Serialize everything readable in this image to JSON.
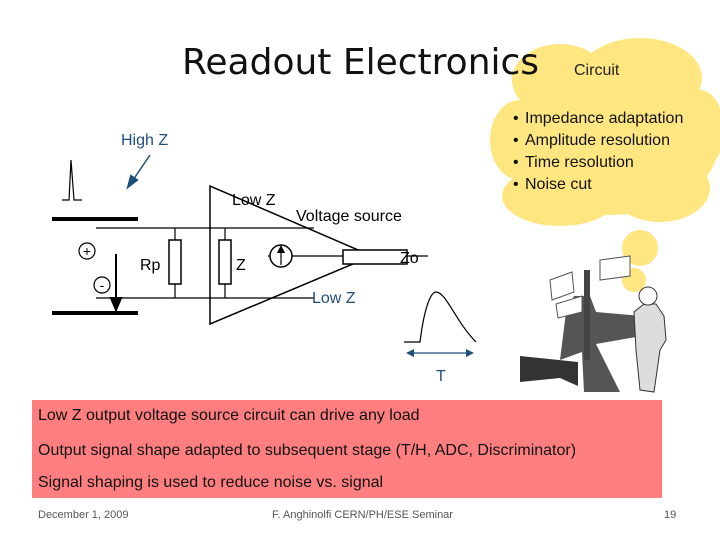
{
  "slide": {
    "title": "Readout Electronics",
    "thought_bubble": {
      "label": "Circuit",
      "fill_color": "#ffe680",
      "items": [
        "Impedance adaptation",
        "Amplitude resolution",
        "Time resolution",
        "Noise cut"
      ]
    },
    "circuit_labels": {
      "high_z": "High Z",
      "low_z_input": "Low Z",
      "voltage_source": "Voltage source",
      "rp": "Rp",
      "z": "Z",
      "zo": "Zo",
      "low_z_output": "Low Z",
      "t": "T",
      "plus": "+",
      "minus": "-"
    },
    "conclusions": [
      "Low Z output voltage source circuit can drive any load",
      "Output signal shape adapted to subsequent stage (T/H, ADC, Discriminator)",
      "Signal shaping is used to reduce noise vs. signal"
    ],
    "banner_color": "#ff7f80",
    "footer": {
      "date": "December 1, 2009",
      "author": "F. Anghinolfi CERN/PH/ESE Seminar",
      "page": "19"
    }
  }
}
